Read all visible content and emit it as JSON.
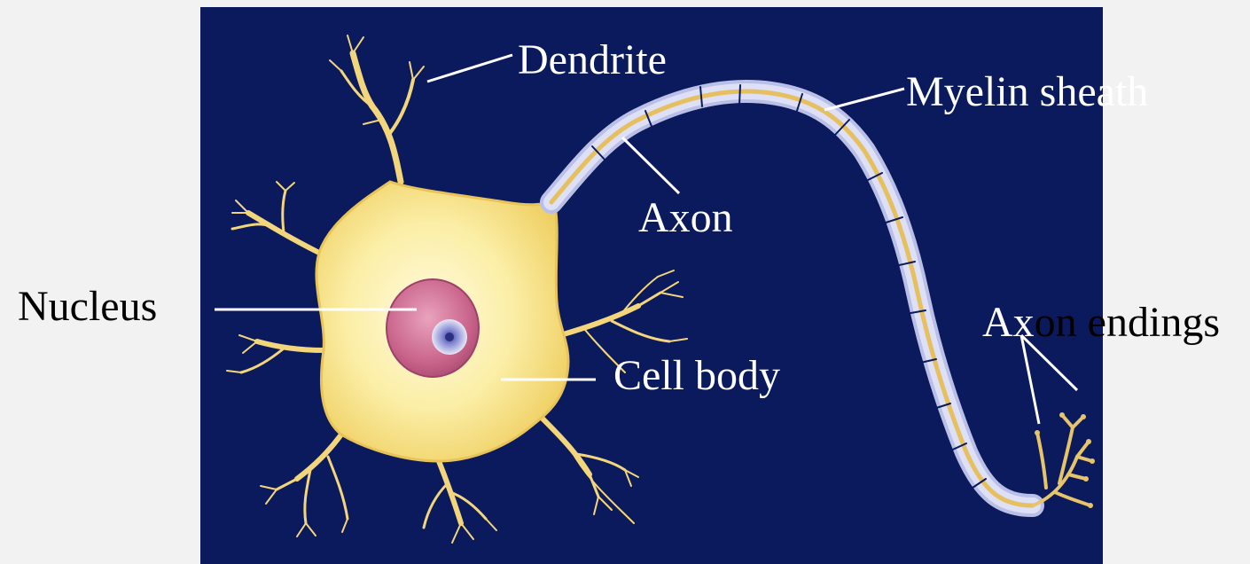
{
  "diagram": {
    "labels": {
      "dendrite": "Dendrite",
      "myelin_sheath": "Myelin sheath",
      "axon": "Axon",
      "nucleus": "Nucleus",
      "cell_body": "Cell body",
      "axon_endings_part1": "Ax",
      "axon_endings_part2": "on endings"
    },
    "colors": {
      "background_panel": "#0b1a5c",
      "page_background": "#f2f2f2",
      "cell": "#f7e48a",
      "cell_light": "#fdf6c4",
      "nucleus": "#cf6f93",
      "myelin": "#c3c8ea",
      "axon_core": "#e9c56a"
    }
  }
}
